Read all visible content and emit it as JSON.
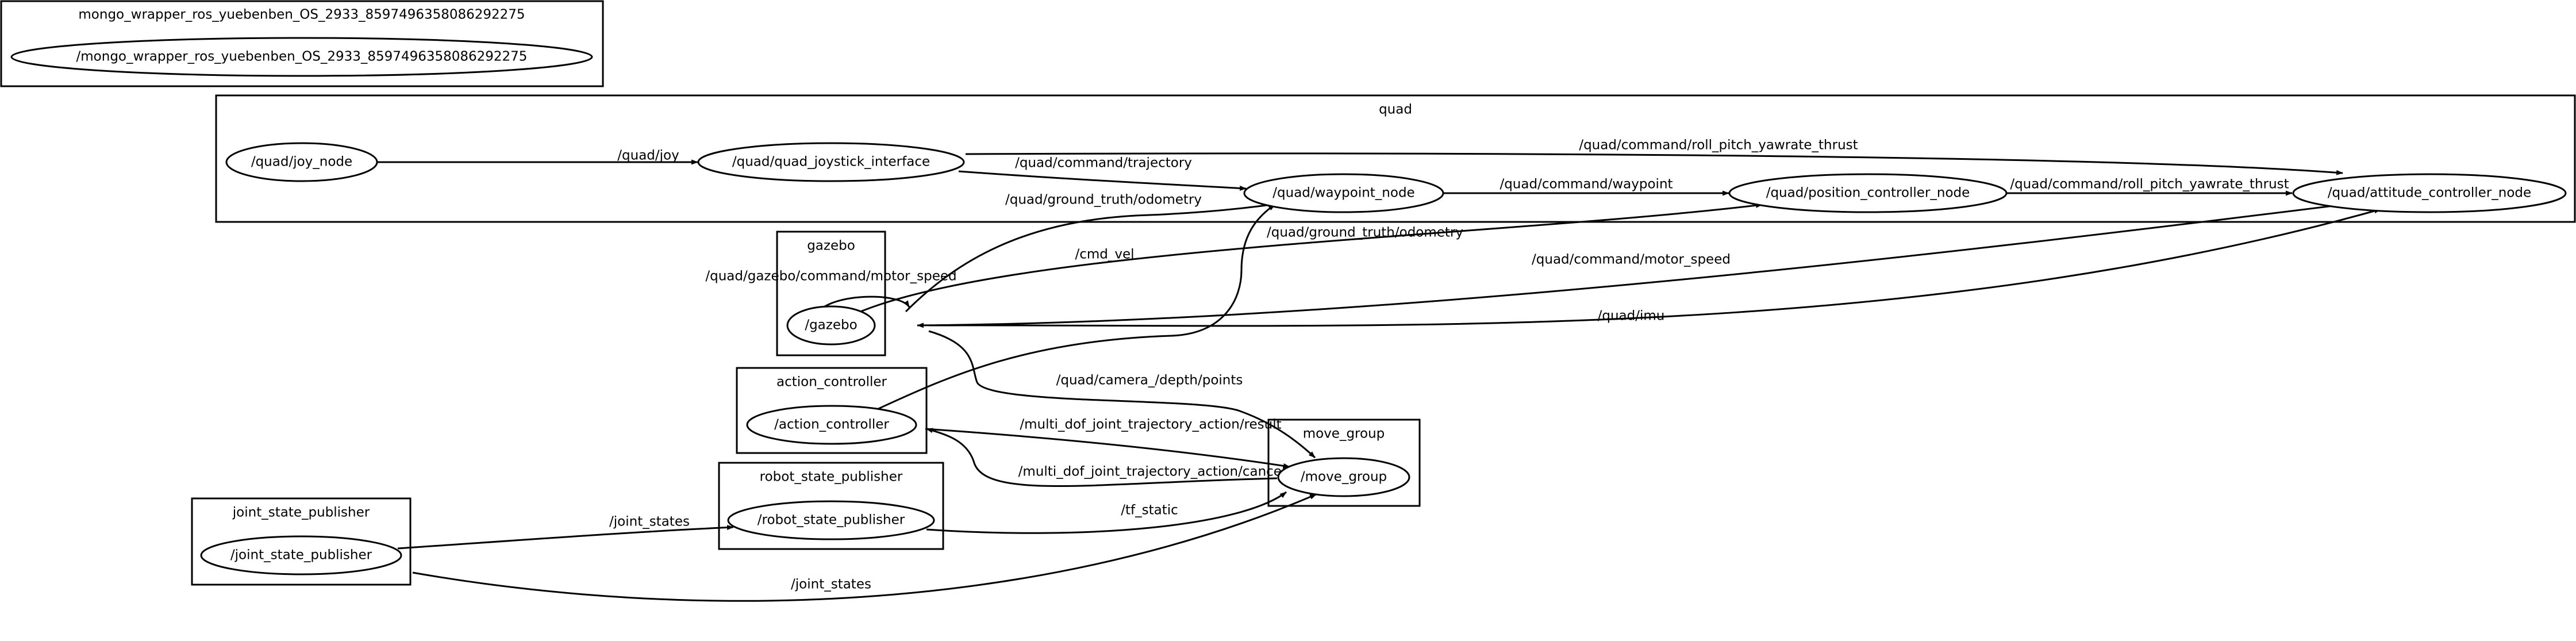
{
  "clusters": {
    "mongo": "mongo_wrapper_ros_yuebenben_OS_2933_8597496358086292275",
    "quad": "quad",
    "gazebo": "gazebo",
    "action_controller": "action_controller",
    "robot_state_publisher": "robot_state_publisher",
    "move_group": "move_group",
    "joint_state_publisher": "joint_state_publisher"
  },
  "nodes": {
    "mongo_wrapper": "/mongo_wrapper_ros_yuebenben_OS_2933_8597496358086292275",
    "joy_node": "/quad/joy_node",
    "quad_joystick_interface": "/quad/quad_joystick_interface",
    "waypoint_node": "/quad/waypoint_node",
    "position_controller_node": "/quad/position_controller_node",
    "attitude_controller_node": "/quad/attitude_controller_node",
    "gazebo": "/gazebo",
    "action_controller": "/action_controller",
    "robot_state_publisher": "/robot_state_publisher",
    "move_group": "/move_group",
    "joint_state_publisher": "/joint_state_publisher"
  },
  "edges": {
    "joy": "/quad/joy",
    "rpyt_direct": "/quad/command/roll_pitch_yawrate_thrust",
    "trajectory": "/quad/command/trajectory",
    "waypoint": "/quad/command/waypoint",
    "rpyt": "/quad/command/roll_pitch_yawrate_thrust",
    "odom_waypoint": "/quad/ground_truth/odometry",
    "odom_position": "/quad/ground_truth/odometry",
    "cmd_vel": "/cmd_vel",
    "gazebo_motor_speed": "/quad/gazebo/command/motor_speed",
    "motor_speed": "/quad/command/motor_speed",
    "imu": "/quad/imu",
    "depth_points": "/quad/camera_/depth/points",
    "action_result": "/multi_dof_joint_trajectory_action/result",
    "action_cancel": "/multi_dof_joint_trajectory_action/cancel",
    "tf_static": "/tf_static",
    "joint_states_rsp": "/joint_states",
    "joint_states_mg": "/joint_states"
  }
}
